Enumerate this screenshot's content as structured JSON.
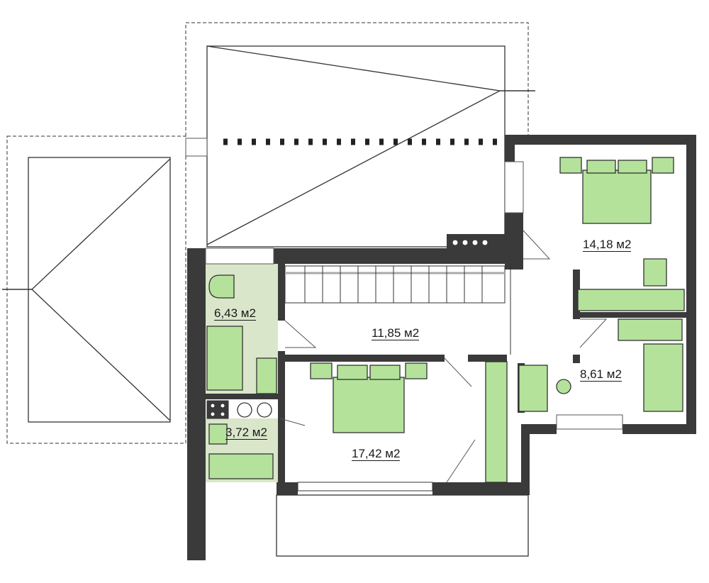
{
  "colors": {
    "wall": "#3a3a3a",
    "room_wet": "#d9e6ca",
    "furniture": "#b4e29a",
    "line": "#222222"
  },
  "rooms": [
    {
      "id": "bedroom-ne",
      "area": "14,18 м2"
    },
    {
      "id": "bathroom",
      "area": "6,43 м2"
    },
    {
      "id": "hall",
      "area": "11,85 м2"
    },
    {
      "id": "study",
      "area": "8,61 м2"
    },
    {
      "id": "wc",
      "area": "3,72 м2"
    },
    {
      "id": "bedroom-s",
      "area": "17,42 м2"
    }
  ]
}
